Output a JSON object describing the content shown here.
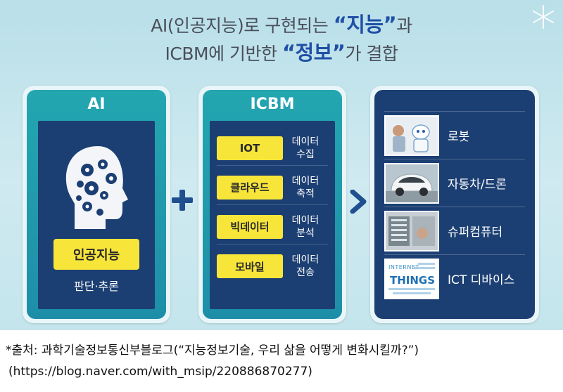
{
  "title": {
    "line1_pre": "AI(인공지능)로 구현되는 ",
    "line1_em": "“지능”",
    "line1_post": "과",
    "line2_pre": "ICBM에 기반한 ",
    "line2_em": "“정보”",
    "line2_post": "가 결합"
  },
  "ai_panel": {
    "title": "AI",
    "badge": "인공지능",
    "subtitle": "판단·추론"
  },
  "icbm_panel": {
    "title": "ICBM",
    "rows": [
      {
        "tag": "IOT",
        "desc1": "데이터",
        "desc2": "수집"
      },
      {
        "tag": "클라우드",
        "desc1": "데이터",
        "desc2": "축적"
      },
      {
        "tag": "빅데이터",
        "desc1": "데이터",
        "desc2": "분석"
      },
      {
        "tag": "모바일",
        "desc1": "데이터",
        "desc2": "전송"
      }
    ]
  },
  "results_panel": {
    "rows": [
      {
        "label": "로봇",
        "icon": "robot-photo"
      },
      {
        "label": "자동차/드론",
        "icon": "self-driving-car-photo"
      },
      {
        "label": "슈퍼컴퓨터",
        "icon": "supercomputer-photo"
      },
      {
        "label": "ICT 디바이스",
        "icon": "internet-of-things-graphic",
        "thumb_text1": "INTERNET",
        "thumb_text2": "THINGS"
      }
    ]
  },
  "colors": {
    "background": "#c4e5ec",
    "panel_teal": "#23a6b0",
    "panel_navy": "#1c3f73",
    "highlight_yellow": "#f7e53a",
    "title_emphasis": "#1f4fa6"
  },
  "footer": {
    "line1": "*출처: 과학기술정보통신부블로그(“지능정보기술, 우리 삶을 어떻게 변화시킬까?”)",
    "line2": "(https://blog.naver.com/with_msip/220886870277)"
  }
}
